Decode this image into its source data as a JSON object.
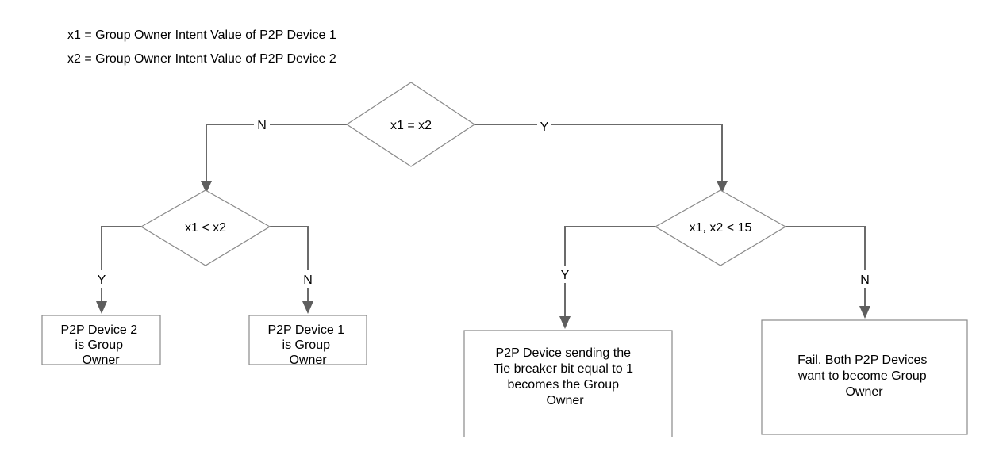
{
  "definitions": {
    "x1": "x1 = Group Owner Intent Value of P2P Device 1",
    "x2": "x2 = Group Owner Intent Value of P2P Device 2"
  },
  "decisions": {
    "top": "x1 = x2",
    "left": "x1 < x2",
    "right": "x1, x2 < 15"
  },
  "branch_labels": {
    "top_no": "N",
    "top_yes": "Y",
    "left_yes": "Y",
    "left_no": "N",
    "right_yes": "Y",
    "right_no": "N"
  },
  "outcomes": {
    "device2_owner": [
      "P2P Device 2",
      "is Group",
      "Owner"
    ],
    "device1_owner": [
      "P2P Device 1",
      "is Group",
      "Owner"
    ],
    "tie_breaker": [
      "P2P Device sending the",
      "Tie breaker bit equal to 1",
      "becomes the Group",
      "Owner"
    ],
    "fail": [
      "Fail. Both P2P Devices",
      "want to become Group",
      "Owner"
    ]
  }
}
